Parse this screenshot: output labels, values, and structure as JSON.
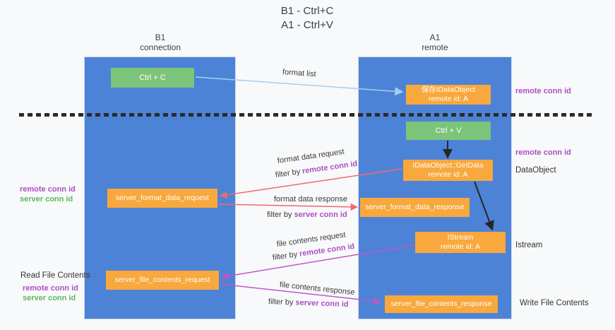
{
  "title": {
    "line1": "B1 - Ctrl+C",
    "line2": "A1 - Ctrl+V"
  },
  "lanes": {
    "left": {
      "title": "B1",
      "subtitle": "connection"
    },
    "right": {
      "title": "A1",
      "subtitle": "remote"
    }
  },
  "boxes": {
    "ctrl_c": {
      "label": "Ctrl + C"
    },
    "ctrl_v": {
      "label": "Ctrl + V"
    },
    "save_idataobject": {
      "line1": "保存IDataObject",
      "line2": "remote id: A"
    },
    "idataobject_getdata": {
      "line1": "IDataObject::GetData",
      "line2": "remote id: A"
    },
    "istream": {
      "line1": "IStream",
      "line2": "remote id: A"
    },
    "server_format_data_request": {
      "label": "server_format_data_request"
    },
    "server_format_data_response": {
      "label": "server_format_data_response"
    },
    "server_file_contents_request": {
      "label": "server_file_contents_request"
    },
    "server_file_contents_response": {
      "label": "server_file_contents_response"
    }
  },
  "side_labels": {
    "right_remote_conn_id_top": "remote conn id",
    "right_remote_conn_id_mid": "remote conn id",
    "dataobject": "DataObject",
    "istream": "Istream",
    "write_file_contents": "Write File Contents",
    "left_remote_conn_id_top": "remote conn id",
    "left_server_conn_id_top": "server conn id",
    "read_file_contents": "Read File Contents",
    "left_remote_conn_id_bottom": "remote conn id",
    "left_server_conn_id_bottom": "server conn id"
  },
  "arrow_labels": {
    "format_list": "format list",
    "format_data_request": "format data request",
    "format_data_response": "format data response",
    "file_contents_request": "file contents request",
    "file_contents_response": "file contents response",
    "filter_by": "filter by",
    "remote_conn_id": "remote conn id",
    "server_conn_id": "server conn id"
  },
  "colors": {
    "lane_blue": "#4d83d6",
    "box_green": "#7cc479",
    "box_orange": "#f8a83d",
    "label_purple": "#ab4fc4",
    "label_green": "#5cb85c",
    "arrow_salmon": "#ef6a6f",
    "arrow_magenta": "#c355c9",
    "arrow_lightblue": "#a3d1f0",
    "arrow_black": "#262626"
  }
}
